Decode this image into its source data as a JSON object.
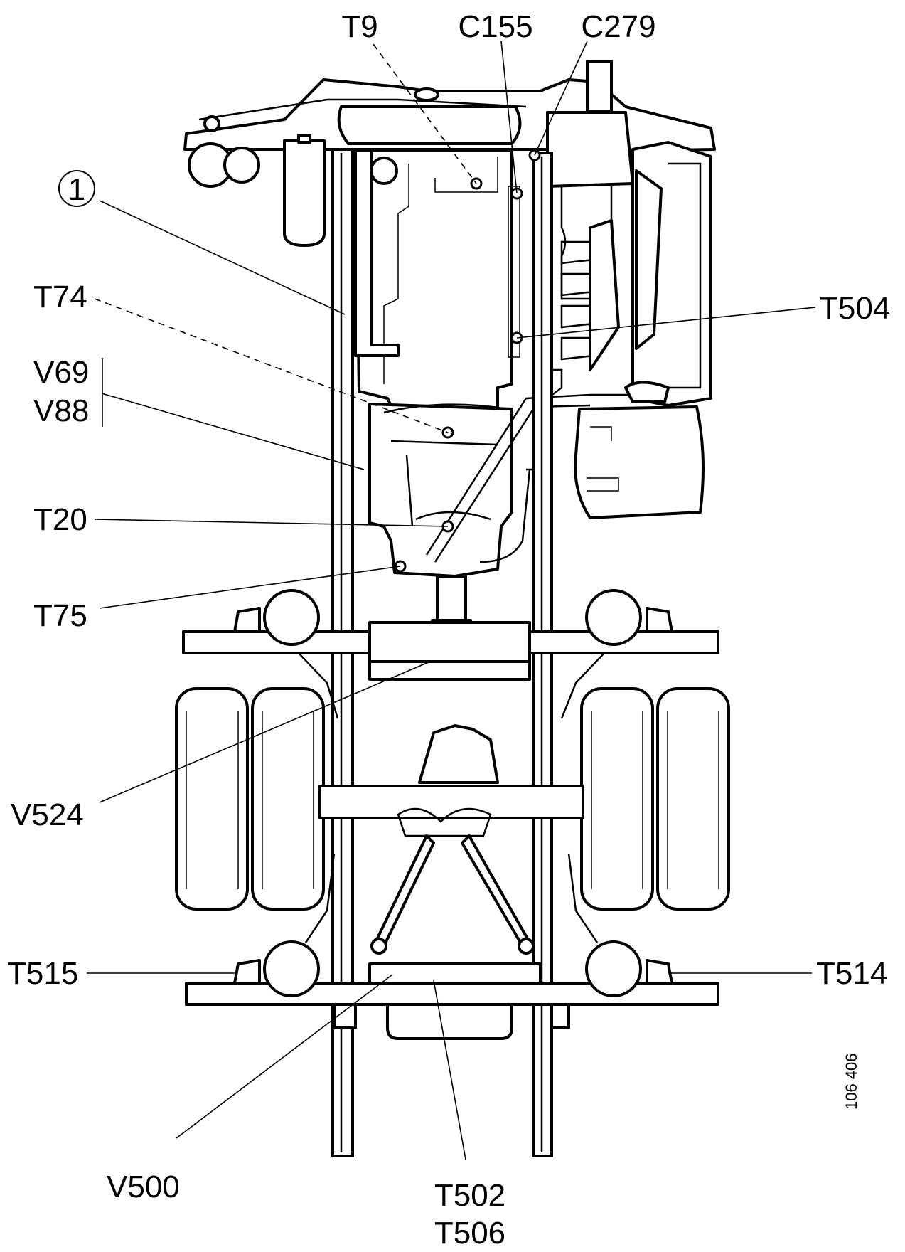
{
  "labels": {
    "t9": "T9",
    "c155": "C155",
    "c279": "C279",
    "callout_1": "1",
    "t74": "T74",
    "v69": "V69",
    "v88": "V88",
    "t504": "T504",
    "t20": "T20",
    "t75": "T75",
    "v524": "V524",
    "t515": "T515",
    "t514": "T514",
    "v500": "V500",
    "t502": "T502",
    "t506": "T506"
  },
  "figure_number": "106 406"
}
